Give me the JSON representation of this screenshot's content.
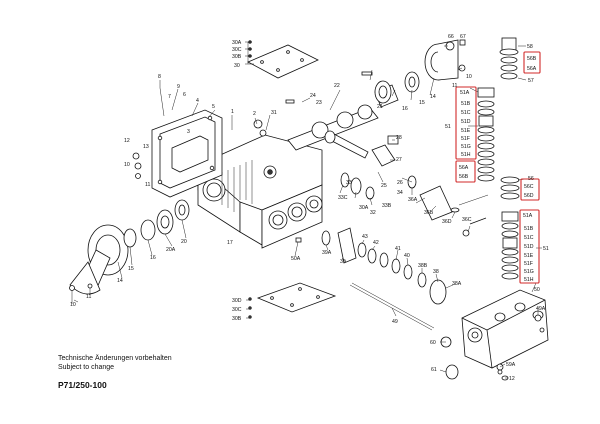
{
  "notes": {
    "line1": "Technische Änderungen vorbehalten",
    "line2": "Subject to change"
  },
  "part_number": "P71/250-100",
  "highlight_color": "#d22a2a",
  "callouts": [
    {
      "id": "c30A",
      "text": "30A"
    },
    {
      "id": "c30C",
      "text": "30C"
    },
    {
      "id": "c30B",
      "text": "30B"
    },
    {
      "id": "c30",
      "text": "30"
    },
    {
      "id": "c8",
      "text": "8"
    },
    {
      "id": "c9",
      "text": "9"
    },
    {
      "id": "c7",
      "text": "7"
    },
    {
      "id": "c6",
      "text": "6"
    },
    {
      "id": "c4",
      "text": "4"
    },
    {
      "id": "c5",
      "text": "5"
    },
    {
      "id": "c1",
      "text": "1"
    },
    {
      "id": "c2",
      "text": "2"
    },
    {
      "id": "c3",
      "text": "3"
    },
    {
      "id": "c12",
      "text": "12"
    },
    {
      "id": "c13",
      "text": "13"
    },
    {
      "id": "c10a",
      "text": "10"
    },
    {
      "id": "c11a",
      "text": "11"
    },
    {
      "id": "c31",
      "text": "31"
    },
    {
      "id": "c24",
      "text": "24"
    },
    {
      "id": "c23",
      "text": "23"
    },
    {
      "id": "c22",
      "text": "22"
    },
    {
      "id": "c21",
      "text": "21"
    },
    {
      "id": "c16a",
      "text": "16"
    },
    {
      "id": "c15a",
      "text": "15"
    },
    {
      "id": "c14a",
      "text": "14"
    },
    {
      "id": "c66",
      "text": "66"
    },
    {
      "id": "c67",
      "text": "67"
    },
    {
      "id": "c10b",
      "text": "10"
    },
    {
      "id": "c11b",
      "text": "11"
    },
    {
      "id": "c28",
      "text": "28"
    },
    {
      "id": "c27",
      "text": "27"
    },
    {
      "id": "c25",
      "text": "25"
    },
    {
      "id": "c26",
      "text": "26"
    },
    {
      "id": "c33",
      "text": "33"
    },
    {
      "id": "c33C",
      "text": "33C"
    },
    {
      "id": "c30Ab",
      "text": "30A"
    },
    {
      "id": "c32",
      "text": "32"
    },
    {
      "id": "c33B",
      "text": "33B"
    },
    {
      "id": "c34",
      "text": "34"
    },
    {
      "id": "c36A",
      "text": "36A"
    },
    {
      "id": "c36B",
      "text": "36B"
    },
    {
      "id": "c36D",
      "text": "36D"
    },
    {
      "id": "c36C",
      "text": "36C"
    },
    {
      "id": "c20",
      "text": "20"
    },
    {
      "id": "c20A",
      "text": "20A"
    },
    {
      "id": "c16b",
      "text": "16"
    },
    {
      "id": "c15b",
      "text": "15"
    },
    {
      "id": "c14b",
      "text": "14"
    },
    {
      "id": "c10c",
      "text": "10"
    },
    {
      "id": "c11c",
      "text": "11"
    },
    {
      "id": "c17",
      "text": "17"
    },
    {
      "id": "c50A",
      "text": "50A"
    },
    {
      "id": "c39A",
      "text": "39A"
    },
    {
      "id": "c39",
      "text": "39"
    },
    {
      "id": "c43",
      "text": "43"
    },
    {
      "id": "c42",
      "text": "42"
    },
    {
      "id": "c41",
      "text": "41"
    },
    {
      "id": "c40",
      "text": "40"
    },
    {
      "id": "c38B",
      "text": "38B"
    },
    {
      "id": "c38",
      "text": "38"
    },
    {
      "id": "c38A",
      "text": "38A"
    },
    {
      "id": "c30D",
      "text": "30D"
    },
    {
      "id": "c30Cb",
      "text": "30C"
    },
    {
      "id": "c30Bb",
      "text": "30B"
    },
    {
      "id": "c49",
      "text": "49"
    },
    {
      "id": "c58",
      "text": "58"
    },
    {
      "id": "c56B",
      "text": "56B"
    },
    {
      "id": "c56A",
      "text": "56A"
    },
    {
      "id": "c57",
      "text": "57"
    },
    {
      "id": "c51",
      "text": "51"
    },
    {
      "id": "c51A",
      "text": "51A"
    },
    {
      "id": "c51B",
      "text": "51B"
    },
    {
      "id": "c51C",
      "text": "51C"
    },
    {
      "id": "c51D",
      "text": "51D"
    },
    {
      "id": "c51E",
      "text": "51E"
    },
    {
      "id": "c51F",
      "text": "51F"
    },
    {
      "id": "c51G",
      "text": "51G"
    },
    {
      "id": "c51H",
      "text": "51H"
    },
    {
      "id": "c56Aa",
      "text": "56A"
    },
    {
      "id": "c56Ba",
      "text": "56B"
    },
    {
      "id": "c56",
      "text": "56"
    },
    {
      "id": "c56C",
      "text": "56C"
    },
    {
      "id": "c56D",
      "text": "56D"
    },
    {
      "id": "c51b",
      "text": "51"
    },
    {
      "id": "c51Ab",
      "text": "51A"
    },
    {
      "id": "c51Bb",
      "text": "51B"
    },
    {
      "id": "c51Cb",
      "text": "51C"
    },
    {
      "id": "c51Db",
      "text": "51D"
    },
    {
      "id": "c51Eb",
      "text": "51E"
    },
    {
      "id": "c51Fb",
      "text": "51F"
    },
    {
      "id": "c51Gb",
      "text": "51G"
    },
    {
      "id": "c51Hb",
      "text": "51H"
    },
    {
      "id": "c50",
      "text": "50"
    },
    {
      "id": "c49A",
      "text": "49A"
    },
    {
      "id": "c60",
      "text": "60"
    },
    {
      "id": "c59A",
      "text": "59A"
    },
    {
      "id": "c61",
      "text": "61"
    },
    {
      "id": "c12b",
      "text": "12"
    }
  ]
}
